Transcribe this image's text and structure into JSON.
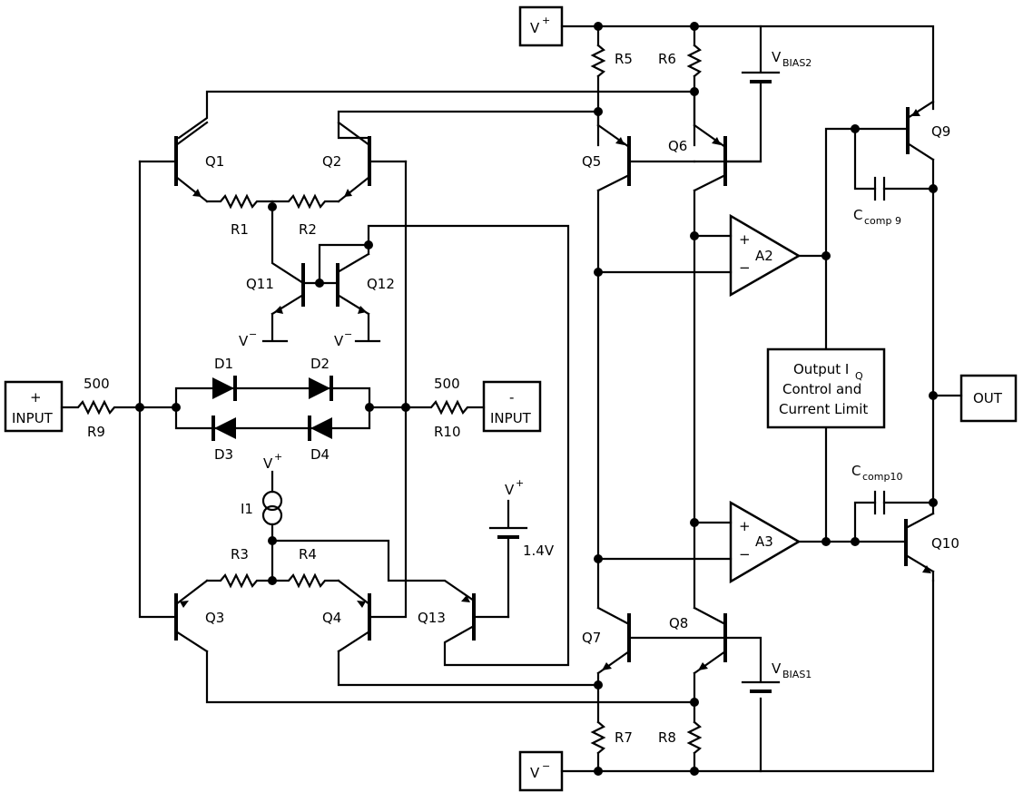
{
  "terminals": {
    "vplus": "V",
    "vplus_sup": "+",
    "vminus": "V",
    "vminus_sup": "−",
    "out": "OUT",
    "input_plus_sign": "+",
    "input_plus_text": "INPUT",
    "input_minus_sign": "-",
    "input_minus_text": "INPUT"
  },
  "supplies": {
    "v": "V",
    "plus": "+",
    "minus": "−"
  },
  "transistors": [
    "Q1",
    "Q2",
    "Q3",
    "Q4",
    "Q5",
    "Q6",
    "Q7",
    "Q8",
    "Q9",
    "Q10",
    "Q11",
    "Q12",
    "Q13"
  ],
  "resistors": {
    "r1": "R1",
    "r2": "R2",
    "r3": "R3",
    "r4": "R4",
    "r5": "R5",
    "r6": "R6",
    "r7": "R7",
    "r8": "R8",
    "r9": "R9",
    "r10": "R10",
    "r9_value": "500",
    "r10_value": "500"
  },
  "diodes": [
    "D1",
    "D2",
    "D3",
    "D4"
  ],
  "current_source": "I1",
  "amplifiers": {
    "a2": "A2",
    "a3": "A3",
    "plus": "+",
    "minus": "−"
  },
  "capacitors": {
    "c9_main": "C",
    "c9_sub": "comp 9",
    "c10_main": "C",
    "c10_sub": "comp10"
  },
  "biases": {
    "vbias2_main": "V",
    "vbias2_sub": "BIAS2",
    "vbias1_main": "V",
    "vbias1_sub": "BIAS1",
    "battery": "1.4V"
  },
  "control_block": {
    "line1": "Output I",
    "line1_sub": "Q",
    "line2": "Control and",
    "line3": "Current Limit"
  }
}
